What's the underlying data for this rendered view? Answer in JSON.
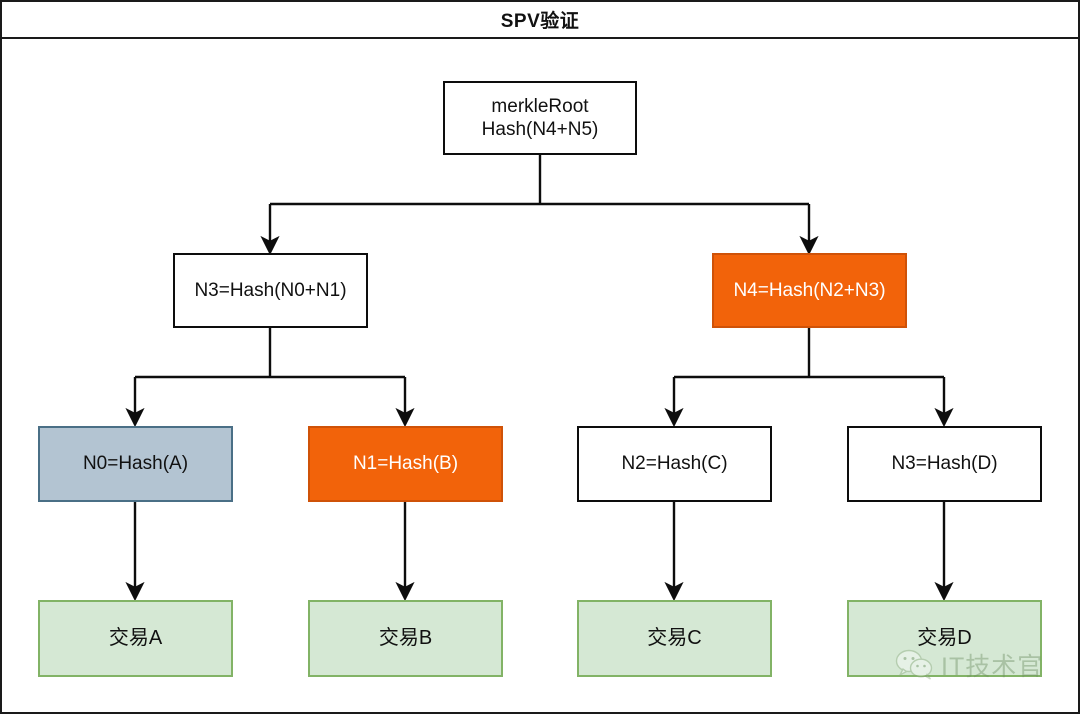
{
  "title": "SPV验证",
  "colors": {
    "white_fill": "#ffffff",
    "orange_fill": "#f2630a",
    "blue_fill": "#b3c4d2",
    "green_fill": "#d5e8d4",
    "green_border": "#82b366",
    "blue_border": "#4a6f86",
    "stroke": "#0d0d0d"
  },
  "nodes": {
    "root": {
      "line1": "merkleRoot",
      "line2": "Hash(N4+N5)"
    },
    "level2": [
      {
        "label": "N3=Hash(N0+N1)",
        "style": "white"
      },
      {
        "label": "N4=Hash(N2+N3)",
        "style": "orange"
      }
    ],
    "level3": [
      {
        "label": "N0=Hash(A)",
        "style": "blue"
      },
      {
        "label": "N1=Hash(B)",
        "style": "orange"
      },
      {
        "label": "N2=Hash(C)",
        "style": "white"
      },
      {
        "label": "N3=Hash(D)",
        "style": "white"
      }
    ],
    "transactions": [
      {
        "label": "交易A"
      },
      {
        "label": "交易B"
      },
      {
        "label": "交易C"
      },
      {
        "label": "交易D"
      }
    ]
  },
  "watermark": {
    "text": "IT技术官",
    "icon": "wechat-icon"
  }
}
